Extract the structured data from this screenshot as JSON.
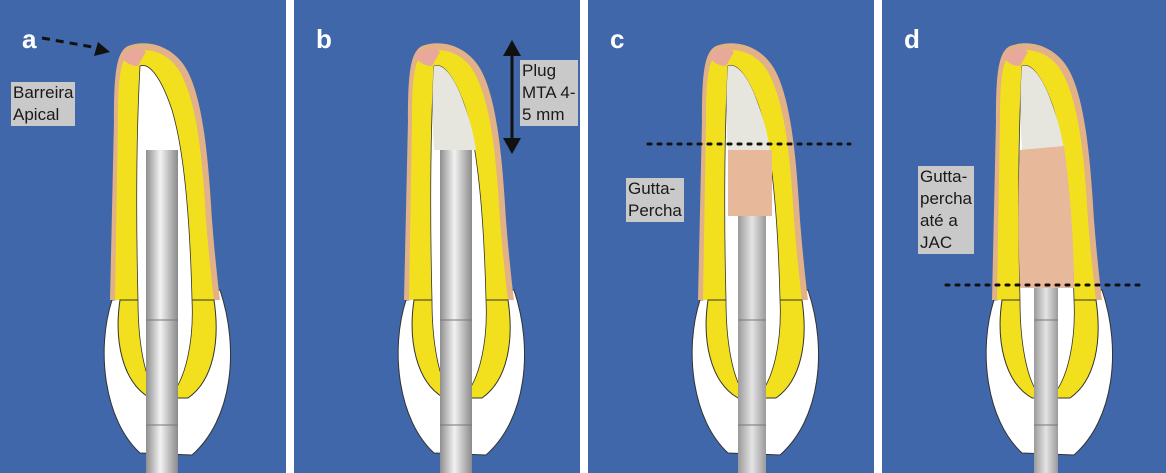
{
  "panels": [
    {
      "letter": "a",
      "label_lines": [
        "Barreira",
        "Apical"
      ]
    },
    {
      "letter": "b",
      "label_lines": [
        "Plug",
        "MTA 4-",
        "5 mm"
      ]
    },
    {
      "letter": "c",
      "label_lines": [
        "Gutta-",
        "Percha"
      ]
    },
    {
      "letter": "d",
      "label_lines": [
        "Gutta-",
        "percha",
        "até a",
        "JAC"
      ]
    }
  ],
  "colors": {
    "background": "#3f67a9",
    "dentin": "#f2e01e",
    "enamel": "#ffffff",
    "mta": "#e6e6df",
    "gutta_percha": "#e8b89a",
    "apical_tissue": "#e9a99a",
    "label_bg": "#c9c9c9"
  },
  "icons": [
    "dashed-arrow-icon",
    "double-arrow-icon",
    "endodontic-instrument-icon"
  ]
}
